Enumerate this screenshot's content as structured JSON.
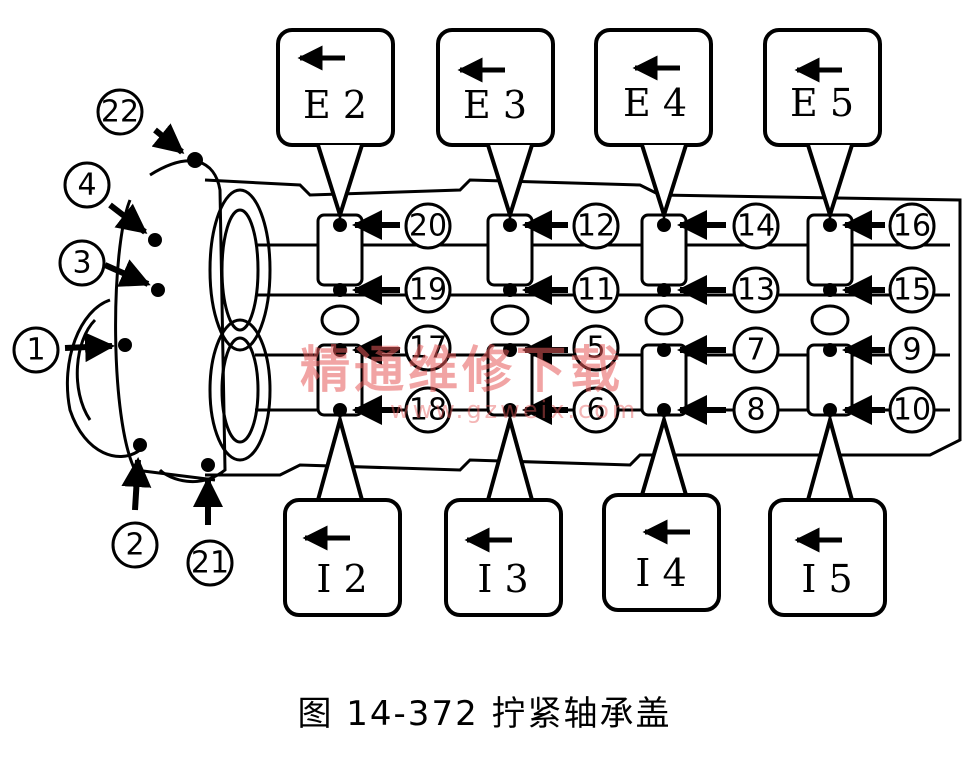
{
  "caption": "图 14-372    拧紧轴承盖",
  "watermark": {
    "text": "精通维修下载",
    "url": "www.gzweix.com"
  },
  "top_boxes": [
    "E 2",
    "E 3",
    "E 4",
    "E 5"
  ],
  "bottom_boxes": [
    "I 2",
    "I 3",
    "I 4",
    "I 5"
  ],
  "row_a": [
    "20",
    "12",
    "14",
    "16"
  ],
  "row_b": [
    "19",
    "11",
    "13",
    "15"
  ],
  "row_c": [
    "17",
    "5",
    "7",
    "9"
  ],
  "row_d": [
    "18",
    "6",
    "8",
    "10"
  ],
  "left_callouts": {
    "c22": "22",
    "c4": "4",
    "c3": "3",
    "c1": "1",
    "c2": "2",
    "c21": "21"
  },
  "colors": {
    "line": "#000000",
    "watermark": "#e65a5a"
  }
}
